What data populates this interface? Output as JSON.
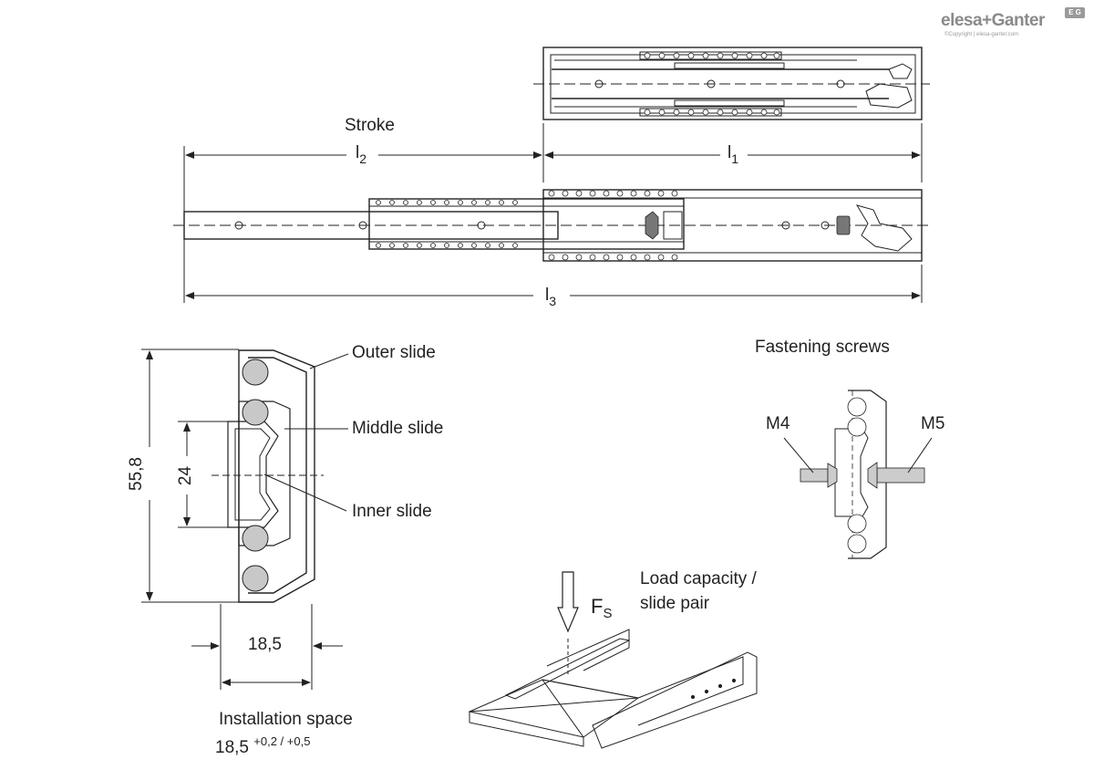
{
  "logo": {
    "brand_a": "elesa",
    "brand_plus": "+",
    "brand_b": "Ganter",
    "copyright": "©Copyright | elesa-ganter.com",
    "badge": "E G"
  },
  "top_view": {
    "stroke_label": "Stroke",
    "l1_main": "l",
    "l1_sub": "1",
    "l2_main": "l",
    "l2_sub": "2",
    "l3_main": "l",
    "l3_sub": "3"
  },
  "section_view": {
    "outer_slide": "Outer slide",
    "middle_slide": "Middle slide",
    "inner_slide": "Inner slide",
    "height_total": "55,8",
    "height_inner": "24",
    "width": "18,5",
    "installation_space": "Installation space",
    "installation_value": "18,5",
    "installation_tolerance": "+0,2 / +0,5"
  },
  "fastening": {
    "title": "Fastening screws",
    "m4": "M4",
    "m5": "M5"
  },
  "load": {
    "force_main": "F",
    "force_sub": "S",
    "caption_line1": "Load capacity /",
    "caption_line2": "slide pair"
  },
  "colors": {
    "line": "#222222",
    "ball_fill": "#c8c8c8",
    "logo_gray": "#8a8a8a"
  }
}
